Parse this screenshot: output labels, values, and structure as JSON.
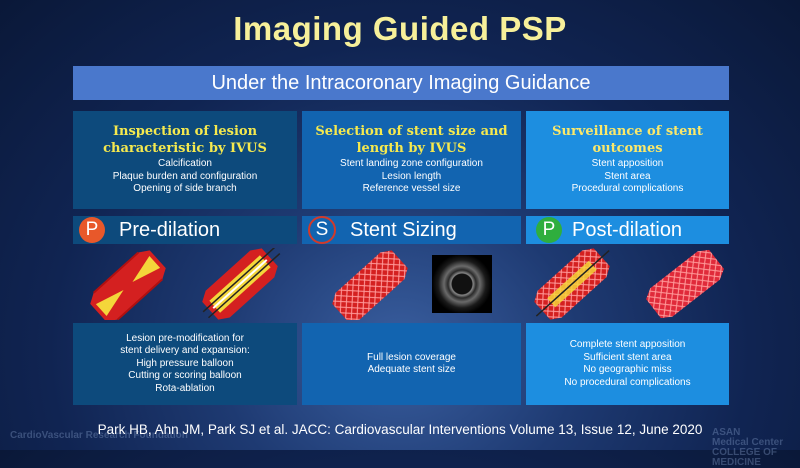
{
  "slide": {
    "title": "Imaging Guided PSP",
    "banner": "Under the Intracoronary Imaging Guidance"
  },
  "columns": [
    {
      "heading": "Inspection of lesion characteristic by IVUS",
      "items": [
        "Calcification",
        "Plaque burden and configuration",
        "Opening of side branch"
      ],
      "step_letter": "P",
      "step_label": "Pre-dilation",
      "details": [
        "Lesion pre-modification for",
        "stent delivery and expansion:",
        "High pressure balloon",
        "Cutting or scoring balloon",
        "Rota-ablation"
      ]
    },
    {
      "heading": "Selection of stent size and length by IVUS",
      "items": [
        "Stent landing zone configuration",
        "Lesion length",
        "Reference vessel size"
      ],
      "step_letter": "S",
      "step_label": "Stent Sizing",
      "details": [
        "Full lesion coverage",
        "Adequate stent size"
      ]
    },
    {
      "heading": "Surveillance of stent outcomes",
      "items": [
        "Stent apposition",
        "Stent area",
        "Procedural complications"
      ],
      "step_letter": "P",
      "step_label": "Post-dilation",
      "details": [
        "Complete stent apposition",
        "Sufficient stent area",
        "No geographic miss",
        "No procedural complications"
      ]
    }
  ],
  "reference": "Park HB, Ahn JM, Park SJ et al. JACC: Cardiovascular Interventions Volume 13, Issue 12, June 2020",
  "watermarks": {
    "left": "CardioVascular Research Foundation",
    "right_line1": "ASAN",
    "right_line2": "Medical Center",
    "right_line3": "COLLEGE OF MEDICINE"
  },
  "colors": {
    "title": "#f7f09a",
    "heading": "#f5e94e",
    "col1": "#0d4a7c",
    "col2": "#1264b0",
    "col3": "#1d8ee0",
    "banner": "#4a78cc",
    "pre_circle": "#e8582a",
    "post_circle": "#2fae3e"
  },
  "icons": [
    "balloon-icon",
    "stent-icon",
    "ivus-image"
  ]
}
